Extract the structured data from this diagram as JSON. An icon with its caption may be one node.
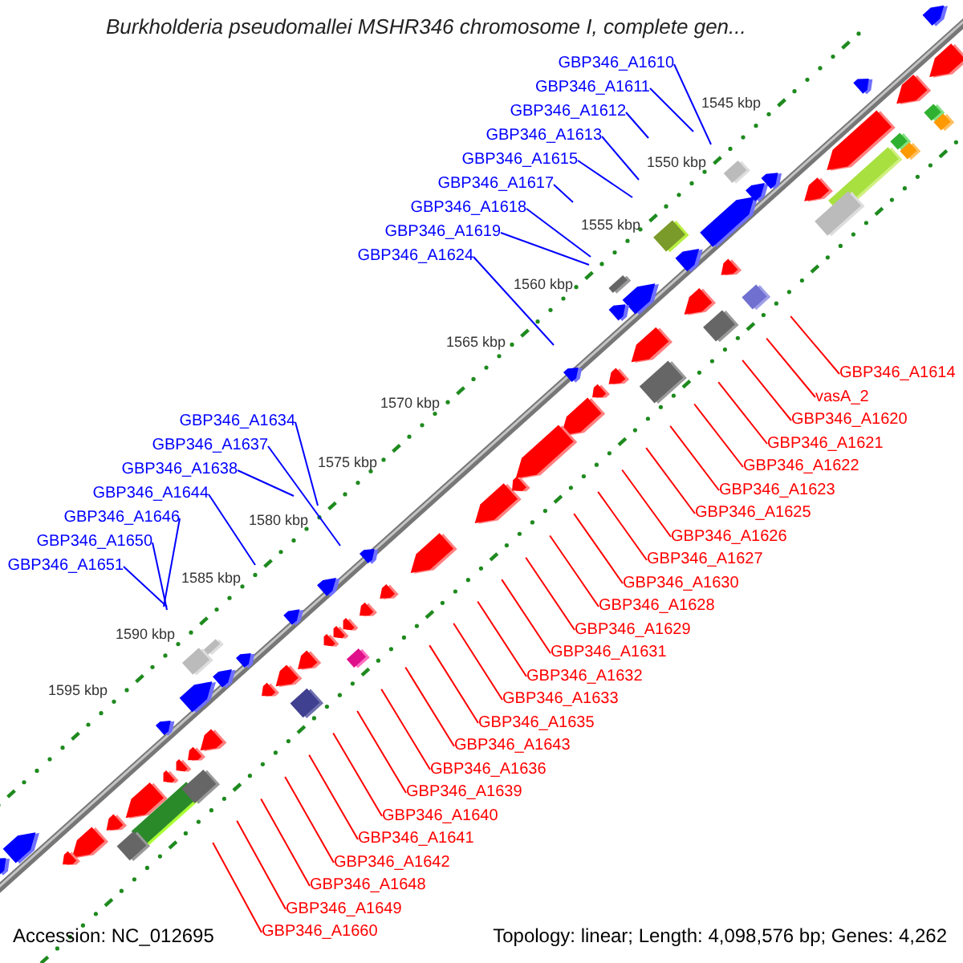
{
  "diagram": {
    "title": "Burkholderia pseudomallei MSHR346 chromosome I, complete gen...",
    "nodes": [
      {
        "text": [
          "GBP346_A1610"
        ]
      },
      {
        "text": [
          "GBP346_A1611"
        ]
      },
      {
        "text": [
          "GBP346_A1612"
        ]
      },
      {
        "text": [
          "GBP346_A1613"
        ]
      },
      {
        "text": [
          "GBP346_A1615"
        ]
      },
      {
        "text": [
          "GBP346_A1617"
        ]
      },
      {
        "text": [
          "GBP346_A1618"
        ]
      },
      {
        "text": [
          "GBP346_A1619"
        ]
      },
      {
        "text": [
          "GBP346_A1624"
        ]
      },
      {
        "text": [
          "GBP346_A1634"
        ]
      },
      {
        "text": [
          "GBP346_A1637"
        ]
      },
      {
        "text": [
          "GBP346_A1638"
        ]
      },
      {
        "text": [
          "GBP346_A1644"
        ]
      },
      {
        "text": [
          "GBP346_A1646"
        ]
      },
      {
        "text": [
          "GBP346_A1650"
        ]
      },
      {
        "text": [
          "GBP346_A1651"
        ]
      },
      {
        "text": [
          "GBP346_A1614"
        ]
      },
      {
        "text": [
          "vasA_2"
        ]
      },
      {
        "text": [
          "GBP346_A1620"
        ]
      },
      {
        "text": [
          "GBP346_A1621"
        ]
      },
      {
        "text": [
          "GBP346_A1622"
        ]
      },
      {
        "text": [
          "GBP346_A1623"
        ]
      },
      {
        "text": [
          "GBP346_A1625"
        ]
      },
      {
        "text": [
          "GBP346_A1626"
        ]
      },
      {
        "text": [
          "GBP346_A1627"
        ]
      },
      {
        "text": [
          "GBP346_A1630"
        ]
      },
      {
        "text": [
          "GBP346_A1628"
        ]
      },
      {
        "text": [
          "GBP346_A1629"
        ]
      },
      {
        "text": [
          "GBP346_A1631"
        ]
      },
      {
        "text": [
          "GBP346_A1632"
        ]
      },
      {
        "text": [
          "GBP346_A1633"
        ]
      },
      {
        "text": [
          "GBP346_A1635"
        ]
      },
      {
        "text": [
          "GBP346_A1643"
        ]
      },
      {
        "text": [
          "GBP346_A1636"
        ]
      },
      {
        "text": [
          "GBP346_A1639"
        ]
      },
      {
        "text": [
          "GBP346_A1640"
        ]
      },
      {
        "text": [
          "GBP346_A1641"
        ]
      },
      {
        "text": [
          "GBP346_A1642"
        ]
      },
      {
        "text": [
          "GBP346_A1648"
        ]
      },
      {
        "text": [
          "GBP346_A1649"
        ]
      },
      {
        "text": [
          "GBP346_A1660"
        ]
      }
    ],
    "edges": [
      {
        "from": 0,
        "to": null,
        "arrow": "none",
        "color": "#0000ff"
      },
      {
        "from": 1,
        "to": null,
        "arrow": "none",
        "color": "#0000ff"
      },
      {
        "from": 2,
        "to": null,
        "arrow": "none",
        "color": "#0000ff"
      },
      {
        "from": 3,
        "to": null,
        "arrow": "none",
        "color": "#0000ff"
      },
      {
        "from": 4,
        "to": null,
        "arrow": "none",
        "color": "#0000ff"
      },
      {
        "from": 5,
        "to": null,
        "arrow": "none",
        "color": "#0000ff"
      },
      {
        "from": 6,
        "to": null,
        "arrow": "none",
        "color": "#0000ff"
      },
      {
        "from": 7,
        "to": null,
        "arrow": "none",
        "color": "#0000ff"
      },
      {
        "from": 8,
        "to": null,
        "arrow": "none",
        "color": "#0000ff"
      },
      {
        "from": 9,
        "to": null,
        "arrow": "none",
        "color": "#0000ff"
      },
      {
        "from": 10,
        "to": null,
        "arrow": "none",
        "color": "#0000ff"
      },
      {
        "from": 11,
        "to": null,
        "arrow": "none",
        "color": "#0000ff"
      },
      {
        "from": 12,
        "to": null,
        "arrow": "none",
        "color": "#0000ff"
      },
      {
        "from": 13,
        "to": null,
        "arrow": "none",
        "color": "#0000ff"
      },
      {
        "from": 14,
        "to": null,
        "arrow": "none",
        "color": "#0000ff"
      },
      {
        "from": 15,
        "to": null,
        "arrow": "none",
        "color": "#0000ff"
      },
      {
        "from": 16,
        "to": null,
        "arrow": "none"
      },
      {
        "from": 17,
        "to": null,
        "arrow": "none"
      },
      {
        "from": 18,
        "to": null,
        "arrow": "none"
      },
      {
        "from": 19,
        "to": null,
        "arrow": "none"
      },
      {
        "from": 20,
        "to": null,
        "arrow": "none"
      },
      {
        "from": 21,
        "to": null,
        "arrow": "none"
      },
      {
        "from": 22,
        "to": null,
        "arrow": "none"
      },
      {
        "from": 23,
        "to": null,
        "arrow": "none"
      },
      {
        "from": 24,
        "to": null,
        "arrow": "none"
      },
      {
        "from": 25,
        "to": null,
        "arrow": "none"
      },
      {
        "from": 26,
        "to": null,
        "arrow": "none"
      },
      {
        "from": 27,
        "to": null,
        "arrow": "none"
      },
      {
        "from": 28,
        "to": null,
        "arrow": "none"
      },
      {
        "from": 29,
        "to": null,
        "arrow": "none"
      },
      {
        "from": 30,
        "to": null,
        "arrow": "none"
      },
      {
        "from": 31,
        "to": null,
        "arrow": "none"
      },
      {
        "from": 32,
        "to": null,
        "arrow": "none"
      },
      {
        "from": 33,
        "to": null,
        "arrow": "none"
      },
      {
        "from": 34,
        "to": null,
        "arrow": "none"
      },
      {
        "from": 35,
        "to": null,
        "arrow": "none"
      },
      {
        "from": 36,
        "to": null,
        "arrow": "none"
      },
      {
        "from": 37,
        "to": null,
        "arrow": "none"
      },
      {
        "from": 38,
        "to": null,
        "arrow": "none"
      },
      {
        "from": 39,
        "to": null,
        "arrow": "none"
      },
      {
        "from": 40,
        "to": null,
        "arrow": "none"
      }
    ],
    "labels": [
      "1545 kbp",
      "1550 kbp",
      "1555 kbp",
      "1560 kbp",
      "1565 kbp",
      "1570 kbp",
      "1575 kbp",
      "1580 kbp",
      "1585 kbp",
      "1590 kbp",
      "1595 kbp",
      "Accession: NC_012695",
      "Topology: linear; Length: 4,098,576 bp; Genes: 4,262"
    ]
  }
}
